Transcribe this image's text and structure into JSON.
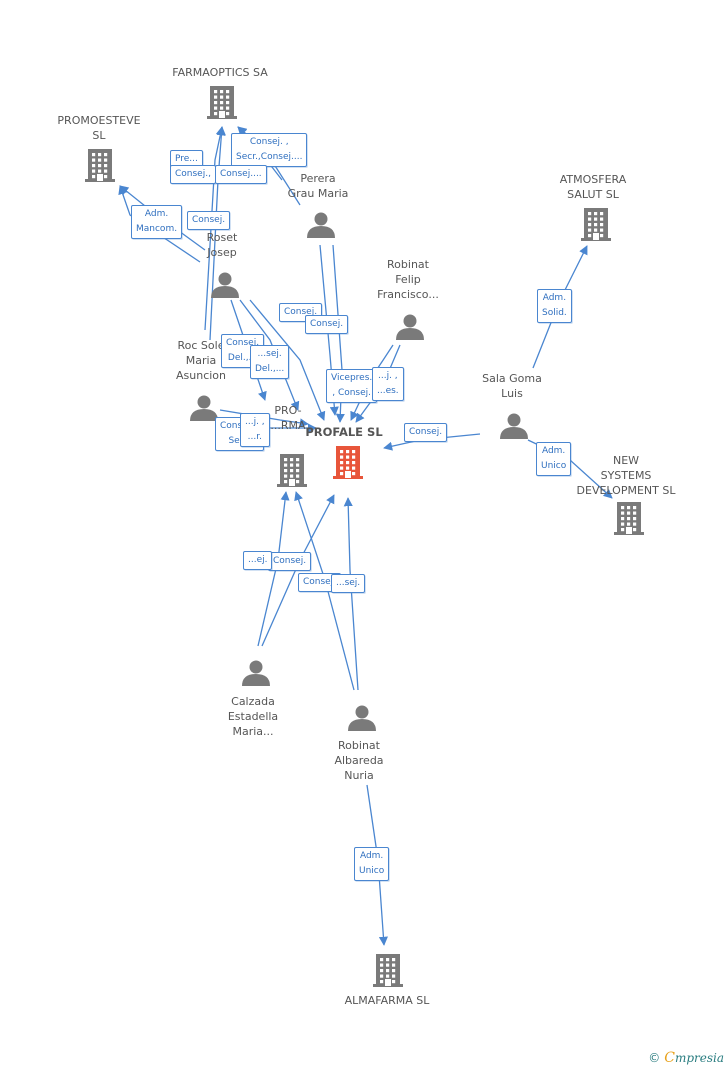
{
  "colors": {
    "edge": "#4a86d0",
    "node": "#7a7a7a",
    "main": "#e8553a",
    "label_text": "#555555"
  },
  "nodes": [
    {
      "id": "farmaoptics",
      "kind": "company",
      "label": "FARMAOPTICS SA"
    },
    {
      "id": "promoesteve",
      "kind": "company",
      "label": "PROMOESTEVE\nSL"
    },
    {
      "id": "atmosfera",
      "kind": "company",
      "label": "ATMOSFERA\nSALUT  SL"
    },
    {
      "id": "newsystems",
      "kind": "company",
      "label": "NEW\nSYSTEMS\nDEVELOPMENT SL"
    },
    {
      "id": "proxfarma",
      "kind": "company",
      "label": "PRO-\n...RMA"
    },
    {
      "id": "profale",
      "kind": "main",
      "label": "PROFALE SL"
    },
    {
      "id": "almafarma",
      "kind": "company",
      "label": "ALMAFARMA SL"
    },
    {
      "id": "perera",
      "kind": "person",
      "label": "Perera\nGrau Maria"
    },
    {
      "id": "roset",
      "kind": "person",
      "label": "Roset\nJosep"
    },
    {
      "id": "robinatfelip",
      "kind": "person",
      "label": "Robinat\nFelip\nFrancisco..."
    },
    {
      "id": "rocsole",
      "kind": "person",
      "label": "Roc Sole\nMaria\nAsuncion"
    },
    {
      "id": "salagoma",
      "kind": "person",
      "label": "Sala Goma\nLuis"
    },
    {
      "id": "calzada",
      "kind": "person",
      "label": "Calzada\nEstadella\nMaria..."
    },
    {
      "id": "robinatalbareda",
      "kind": "person",
      "label": "Robinat\nAlbareda\nNuria"
    }
  ],
  "relations": [
    {
      "label": "Consej. ,\nSecr.,Consej...."
    },
    {
      "label": "Pre..."
    },
    {
      "label": "Consej.,"
    },
    {
      "label": "Consej...."
    },
    {
      "label": "Adm.\nMancom."
    },
    {
      "label": "Consej."
    },
    {
      "label": "Adm.\nSolid."
    },
    {
      "label": "Consej."
    },
    {
      "label": "Consej."
    },
    {
      "label": "Consej.\nDel.,..."
    },
    {
      "label": "...sej.\nDel.,..."
    },
    {
      "label": "Vicepres.\n, Consej."
    },
    {
      "label": "...j. ,\n...es."
    },
    {
      "label": "Consej. ,\nSecr."
    },
    {
      "label": "...j. ,\n...r."
    },
    {
      "label": "Consej."
    },
    {
      "label": "Adm.\nUnico"
    },
    {
      "label": "Consej."
    },
    {
      "label": "...ej."
    },
    {
      "label": "Consej."
    },
    {
      "label": "...sej."
    },
    {
      "label": "Adm.\nUnico"
    }
  ],
  "footer": {
    "copyright": "©",
    "brand_initial": "C",
    "brand_rest": "mpresia"
  }
}
